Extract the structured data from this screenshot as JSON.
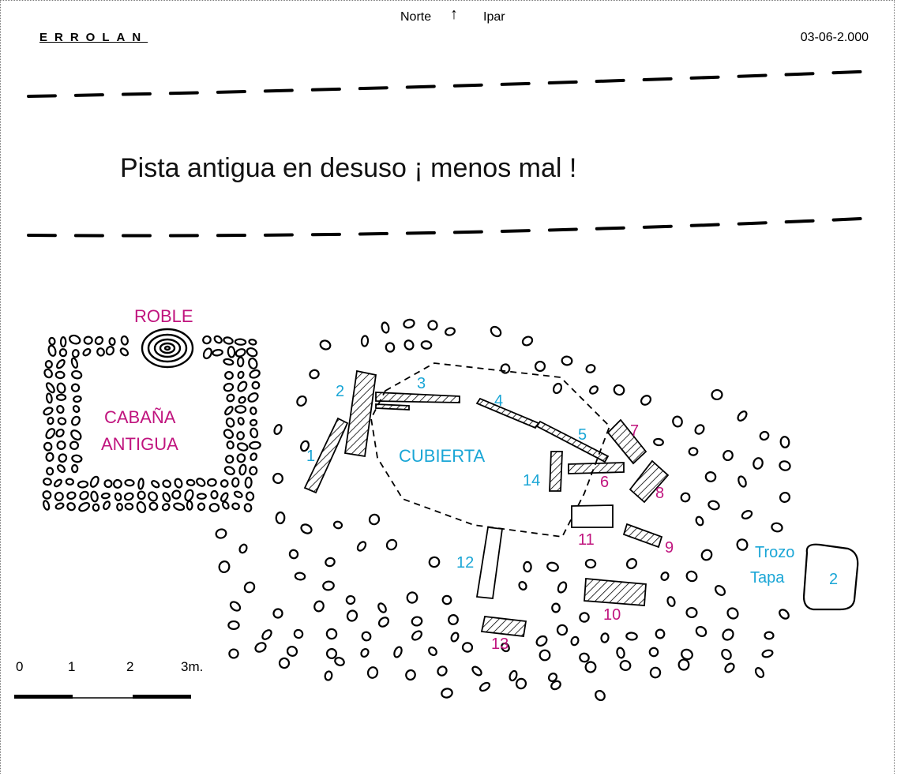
{
  "header": {
    "site_name": "ERROLAN",
    "date": "03-06-2.000",
    "north_label": "Norte",
    "north_arrow": "↑",
    "north_label_basque": "Ipar"
  },
  "road": {
    "label": "Pista antigua en desuso ¡ menos mal !"
  },
  "labels": {
    "oak": "ROBLE",
    "hut_line1": "CABAÑA",
    "hut_line2": "ANTIGUA",
    "cover": "CUBIERTA",
    "lid_line1": "Trozo",
    "lid_line2": "Tapa",
    "lid_number": "2"
  },
  "slabs": [
    {
      "n": "1",
      "color": "#1aa6d6"
    },
    {
      "n": "2",
      "color": "#1aa6d6"
    },
    {
      "n": "3",
      "color": "#1aa6d6"
    },
    {
      "n": "4",
      "color": "#1aa6d6"
    },
    {
      "n": "5",
      "color": "#1aa6d6"
    },
    {
      "n": "6",
      "color": "#c0147e"
    },
    {
      "n": "7",
      "color": "#c0147e"
    },
    {
      "n": "8",
      "color": "#c0147e"
    },
    {
      "n": "9",
      "color": "#c0147e"
    },
    {
      "n": "10",
      "color": "#c0147e"
    },
    {
      "n": "11",
      "color": "#c0147e"
    },
    {
      "n": "12",
      "color": "#1aa6d6"
    },
    {
      "n": "13",
      "color": "#c0147e"
    },
    {
      "n": "14",
      "color": "#1aa6d6"
    }
  ],
  "scale": {
    "ticks": [
      "0",
      "1",
      "2",
      "3m."
    ]
  },
  "colors": {
    "cyan": "#1aa6d6",
    "magenta": "#c0147e",
    "ink": "#000000"
  }
}
